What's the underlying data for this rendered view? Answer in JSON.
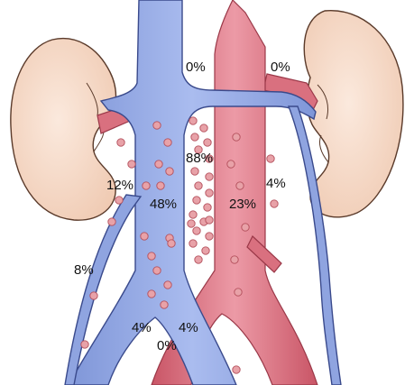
{
  "labels": {
    "left_renal_vein": "0%",
    "right_renal_vein": "0%",
    "above_renal_ivc": "88%",
    "left_gonadal": "12%",
    "ivc_main": "48%",
    "aorta": "23%",
    "right_gonadal": "4%",
    "left_lumbar": "8%",
    "left_iliac": "4%",
    "right_iliac": "4%",
    "bifurcation": "0%"
  },
  "colors": {
    "kidney_fill": "#f6dccb",
    "kidney_outline": "#5a3a2a",
    "vein_fill": "#8fa4e0",
    "vein_fill_light": "#a9bbec",
    "artery_fill": "#d9707f",
    "artery_fill_light": "#e69aa6",
    "dot_fill": "#e8a2a8",
    "dot_outline": "#b4505c"
  }
}
